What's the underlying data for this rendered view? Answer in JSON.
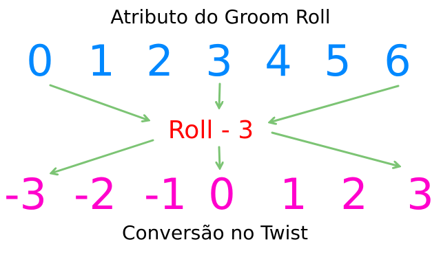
{
  "title": "Atributo do Groom Roll",
  "top_values": [
    "0",
    "1",
    "2",
    "3",
    "4",
    "5",
    "6"
  ],
  "center_label": "Roll - 3",
  "bottom_values": [
    "-3",
    "-2",
    "-1",
    "0",
    "1",
    "2",
    "3"
  ],
  "caption": "Conversão no Twist",
  "colors": {
    "top": "#0088ff",
    "bottom": "#ff00cc",
    "center": "#ff0000",
    "arrows": "#7cc474"
  }
}
